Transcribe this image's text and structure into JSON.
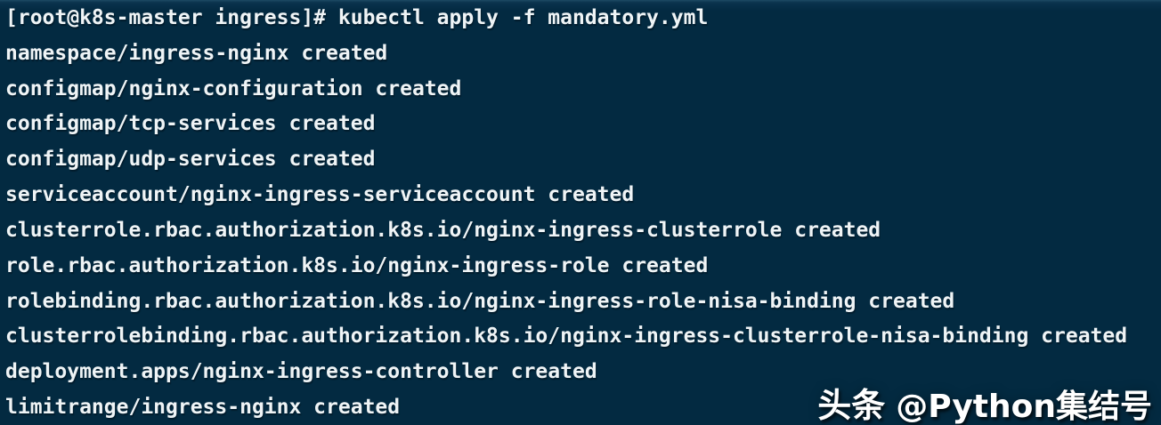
{
  "terminal": {
    "lines": [
      "[root@k8s-master ingress]# kubectl apply -f mandatory.yml",
      "namespace/ingress-nginx created",
      "configmap/nginx-configuration created",
      "configmap/tcp-services created",
      "configmap/udp-services created",
      "serviceaccount/nginx-ingress-serviceaccount created",
      "clusterrole.rbac.authorization.k8s.io/nginx-ingress-clusterrole created",
      "role.rbac.authorization.k8s.io/nginx-ingress-role created",
      "rolebinding.rbac.authorization.k8s.io/nginx-ingress-role-nisa-binding created",
      "clusterrolebinding.rbac.authorization.k8s.io/nginx-ingress-clusterrole-nisa-binding created",
      "deployment.apps/nginx-ingress-controller created",
      "limitrange/ingress-nginx created"
    ]
  },
  "watermark": {
    "brand": "头条",
    "handle": "@Python集结号"
  },
  "colors": {
    "background": "#032a41",
    "top_highlight": "#1d4a64",
    "text": "#eff4f6",
    "watermark_text": "#ffffff"
  }
}
